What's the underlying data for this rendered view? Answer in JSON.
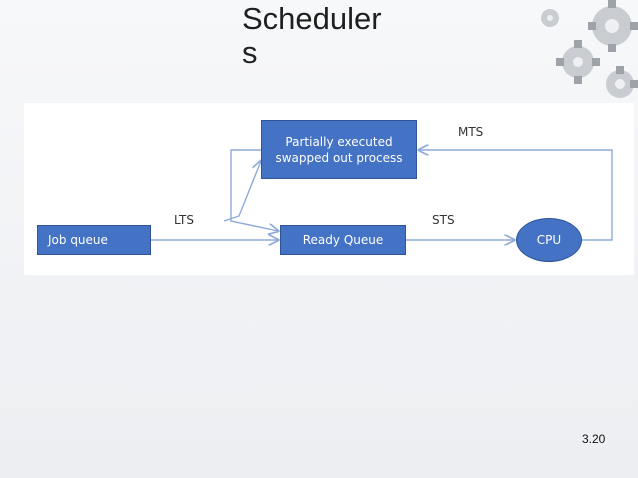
{
  "slide": {
    "title": "Schedulers",
    "page_number": "3.20"
  },
  "diagram": {
    "nodes": {
      "job_queue": "Job queue",
      "ready_queue": "Ready Queue",
      "partially_executed_line1": "Partially executed",
      "partially_executed_line2": "swapped out process",
      "cpu": "CPU"
    },
    "edges": {
      "lts": "LTS",
      "sts": "STS",
      "mts": "MTS"
    }
  },
  "colors": {
    "box_fill": "#4472c4",
    "box_border": "#2f5597",
    "arrow": "#8eaadb"
  },
  "decoration": {
    "corner_graphic": "gears-icon"
  }
}
